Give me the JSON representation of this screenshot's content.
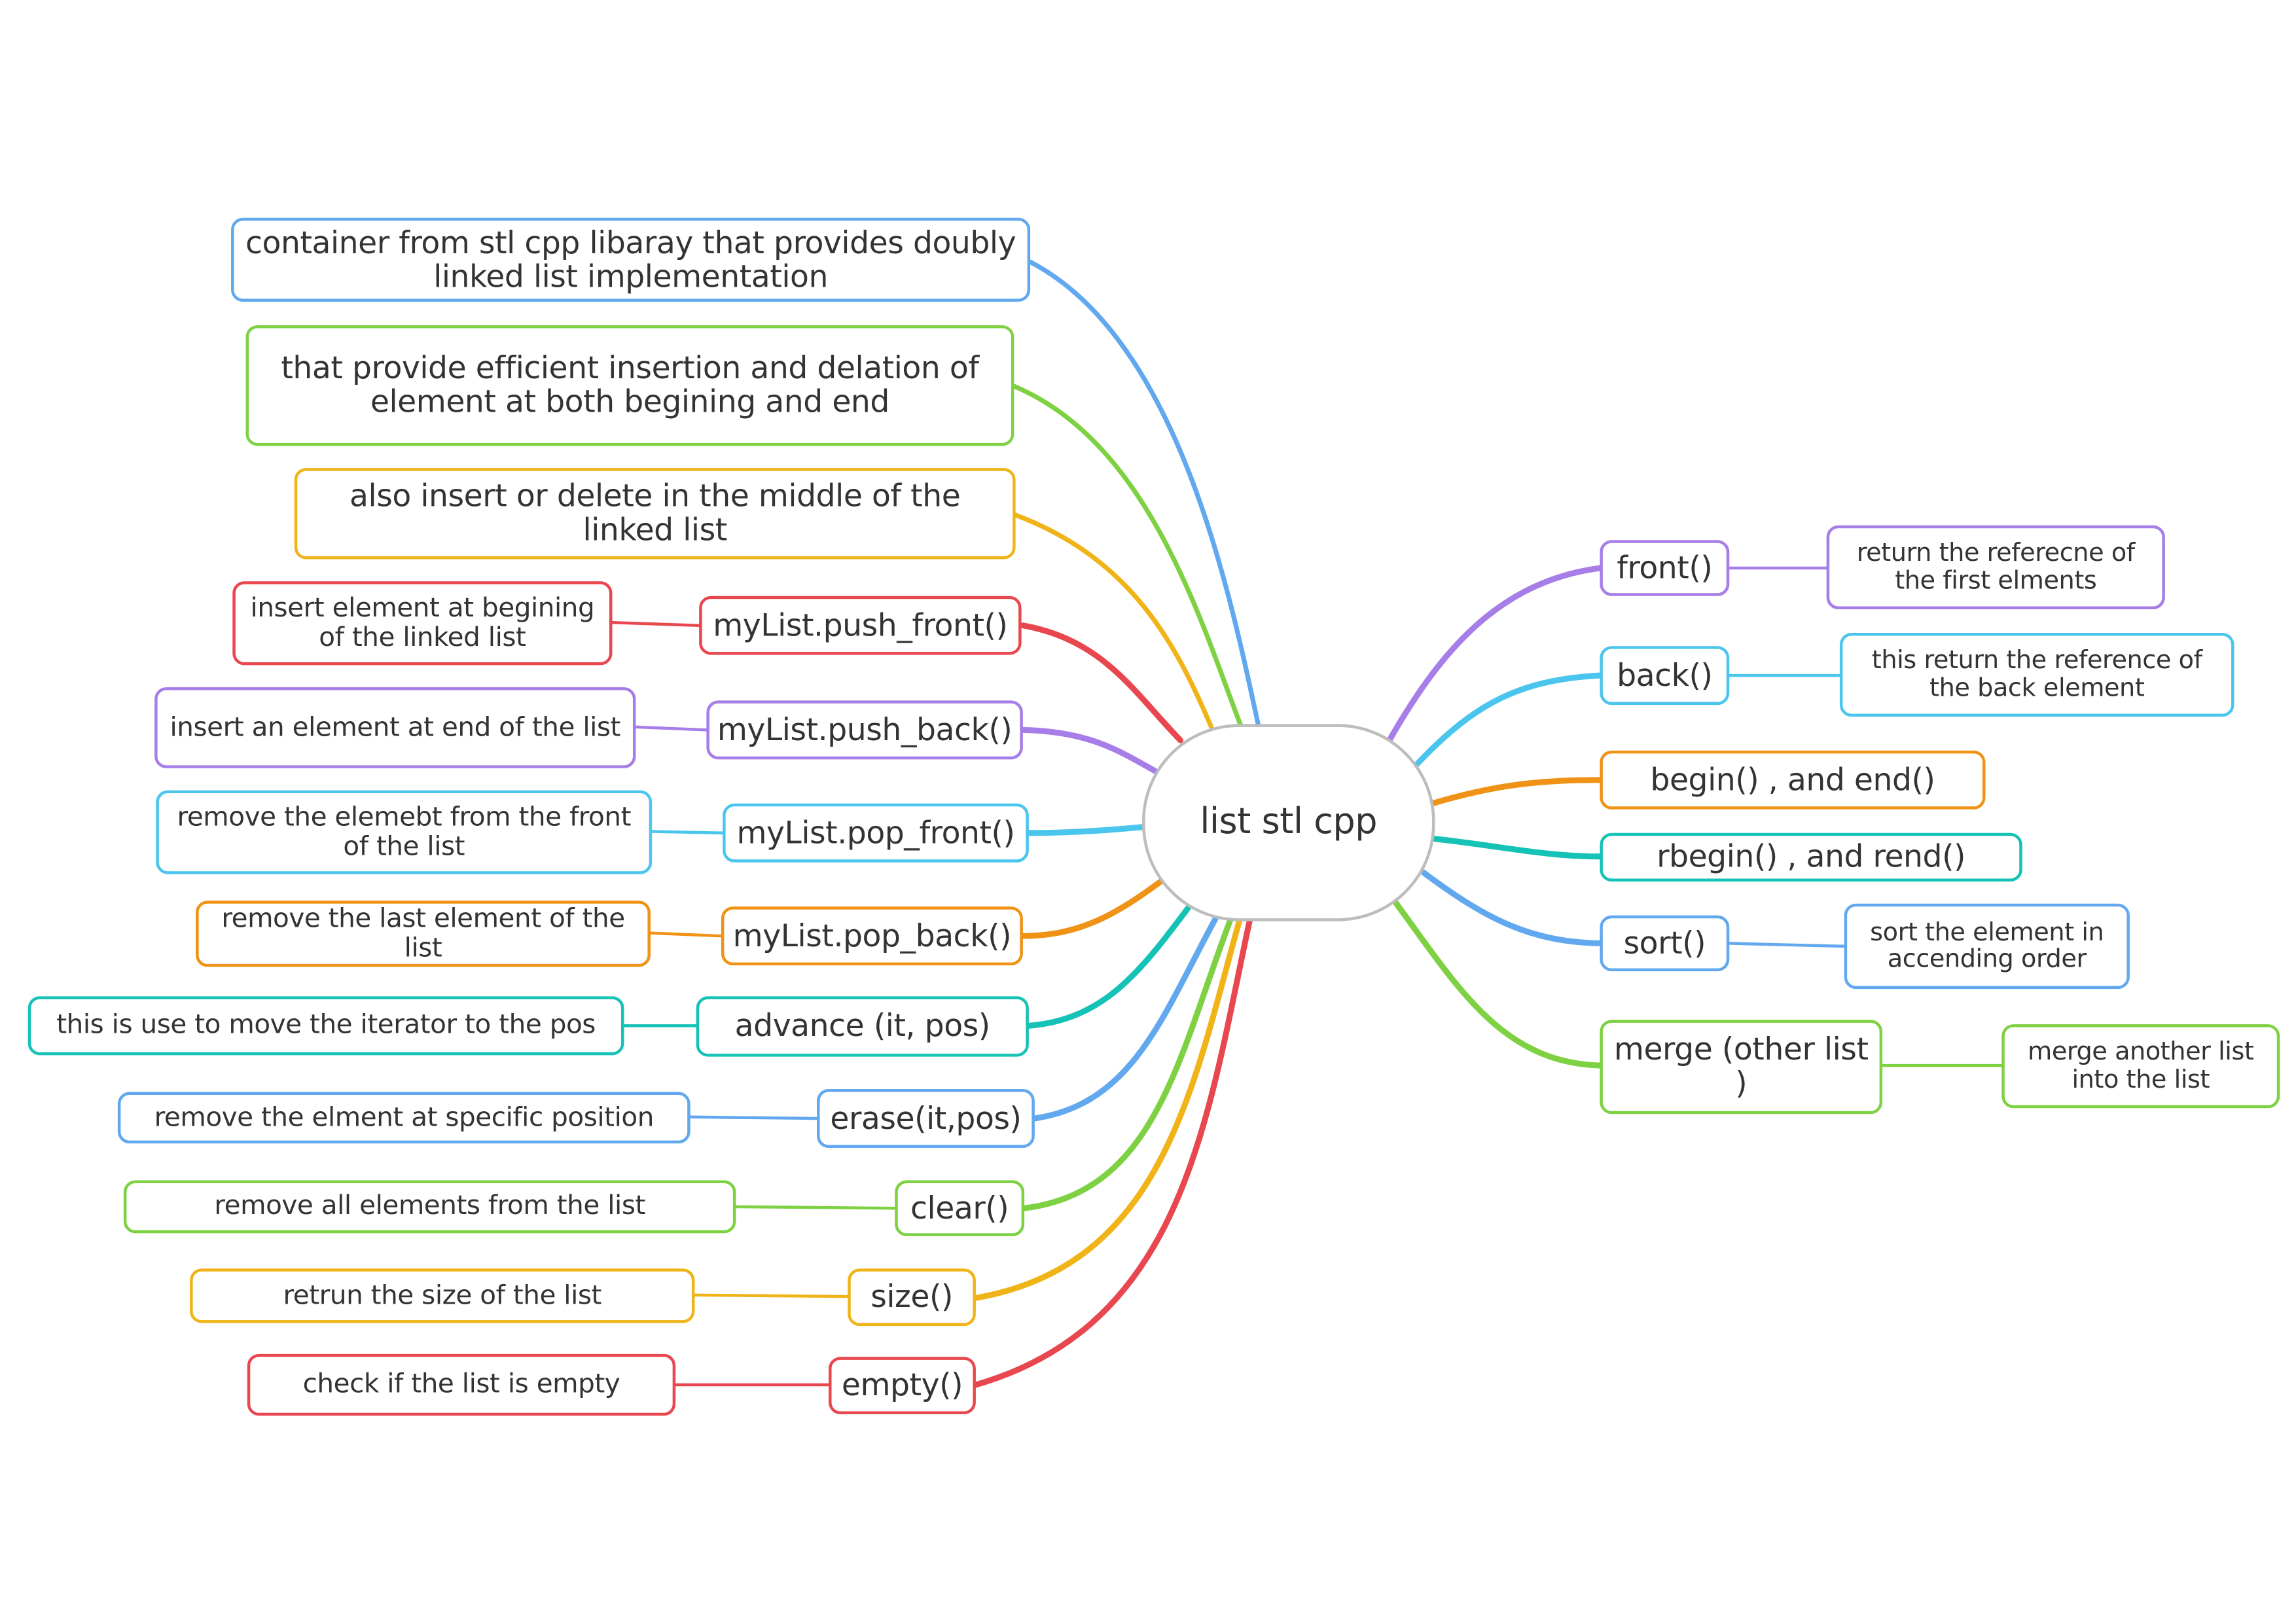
{
  "root": {
    "label": "list stl cpp"
  },
  "colors": {
    "purple": "#a77ee8",
    "sky": "#4ac6ee",
    "orange": "#ef9215",
    "teal": "#15c2b6",
    "blue": "#62a8ef",
    "green": "#7ed143",
    "yellow": "#f0b418",
    "red": "#e8474f",
    "center_border": "#bdbdbd"
  },
  "left_notes": [
    {
      "text": "container from stl cpp libaray that provides doubly linked list implementation",
      "color": "blue"
    },
    {
      "text": "that provide efficient insertion and delation of element at both begining and end",
      "color": "green"
    },
    {
      "text": "also insert or delete in the middle of the  linked list",
      "color": "yellow"
    }
  ],
  "left_branches": [
    {
      "label": "myList.push_front()",
      "detail": "insert element at begining of the linked list",
      "color": "red"
    },
    {
      "label": "myList.push_back()",
      "detail": "insert an element at end of the list",
      "color": "purple"
    },
    {
      "label": "myList.pop_front()",
      "detail": "remove the elemebt from the front of the list",
      "color": "sky"
    },
    {
      "label": "myList.pop_back()",
      "detail": "remove the last element of the list",
      "color": "orange"
    },
    {
      "label": "advance (it, pos)",
      "detail": "this is use to move the iterator to the pos",
      "color": "teal"
    },
    {
      "label": "erase(it,pos)",
      "detail": "remove the elment at specific position",
      "color": "blue"
    },
    {
      "label": "clear()",
      "detail": "remove all elements from the list",
      "color": "green"
    },
    {
      "label": "size()",
      "detail": "retrun the size of the  list",
      "color": "yellow"
    },
    {
      "label": "empty()",
      "detail": "check if the list is empty",
      "color": "red"
    }
  ],
  "right_branches": [
    {
      "label": "front()",
      "detail": "return the referecne of the first elments",
      "color": "purple"
    },
    {
      "label": "back()",
      "detail": "this return the reference of the back element",
      "color": "sky"
    },
    {
      "label": "begin() , and end()",
      "color": "orange"
    },
    {
      "label": "rbegin() , and rend()",
      "color": "teal"
    },
    {
      "label": "sort()",
      "detail": "sort the element in accending order",
      "color": "blue"
    },
    {
      "label": "merge (other list )",
      "detail": "merge another list into the list",
      "color": "green"
    }
  ]
}
